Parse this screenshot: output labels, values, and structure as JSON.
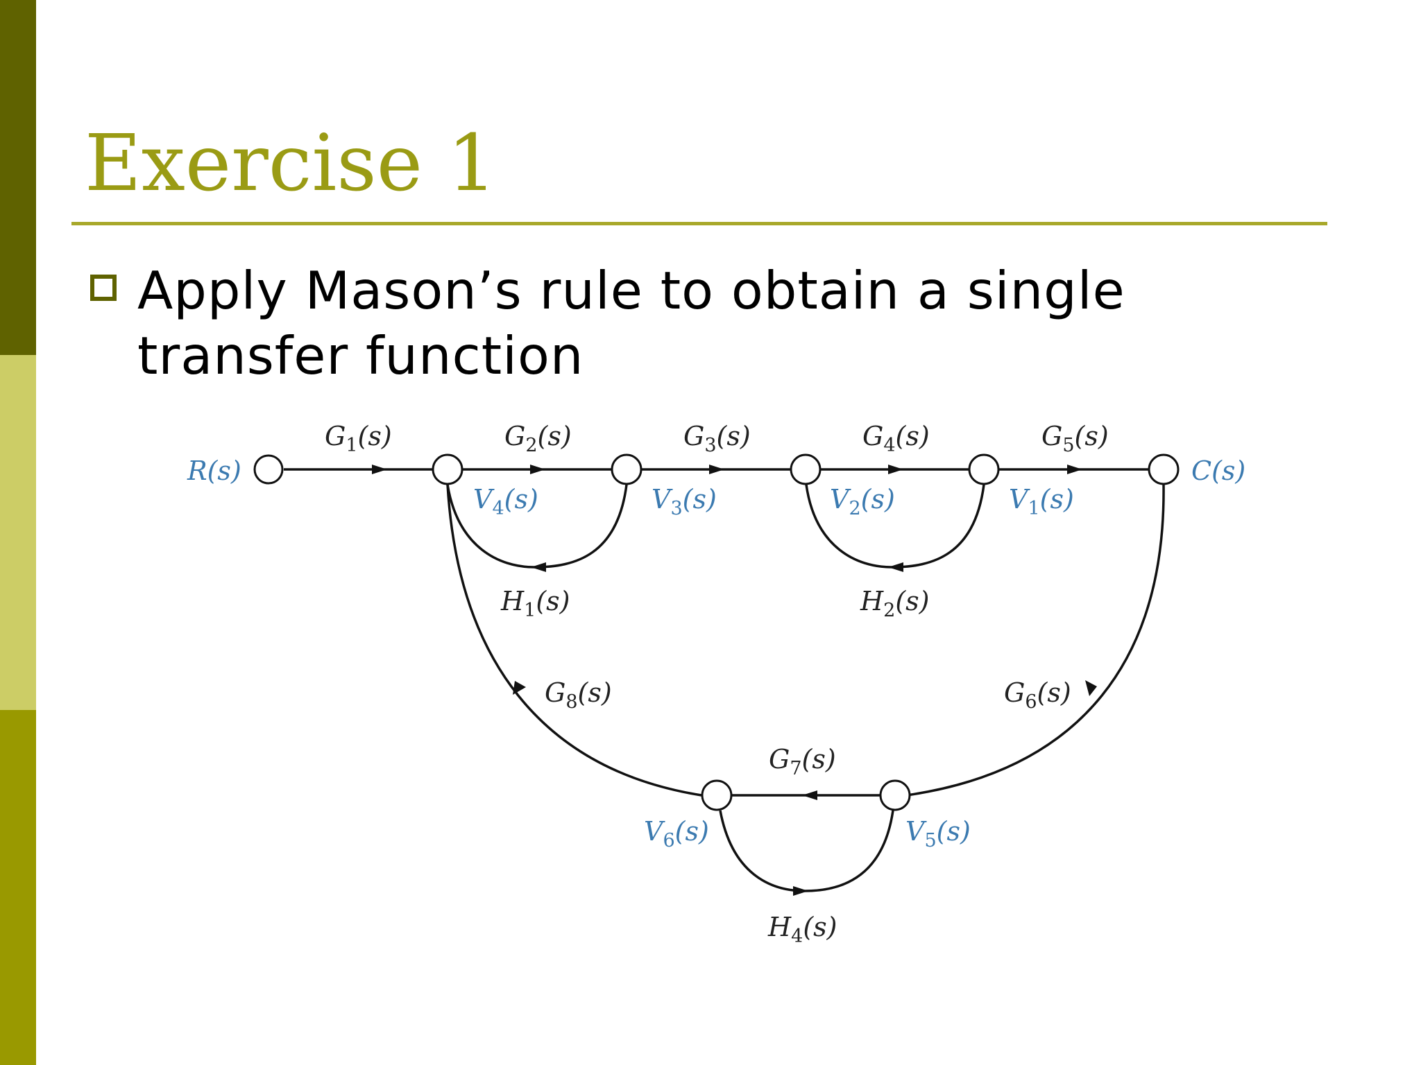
{
  "slide": {
    "title": "Exercise 1",
    "bullet": "Apply Mason’s rule to obtain a single transfer function"
  },
  "colors": {
    "title": "#9a9b14",
    "rule": "#a8a82a",
    "sidebar_dark": "#5f6200",
    "sidebar_light": "#cccd66",
    "sidebar_mid": "#999900",
    "node_label": "#3b7ab0"
  },
  "diagram": {
    "nodes": {
      "input": "R(s)",
      "output": "C(s)",
      "v1": "V1(s)",
      "v2": "V2(s)",
      "v3": "V3(s)",
      "v4": "V4(s)",
      "v5": "V5(s)",
      "v6": "V6(s)"
    },
    "branches": {
      "g1": "G1(s)",
      "g2": "G2(s)",
      "g3": "G3(s)",
      "g4": "G4(s)",
      "g5": "G5(s)",
      "g6": "G6(s)",
      "g7": "G7(s)",
      "g8": "G8(s)",
      "h1": "H1(s)",
      "h2": "H2(s)",
      "h4": "H4(s)"
    }
  }
}
